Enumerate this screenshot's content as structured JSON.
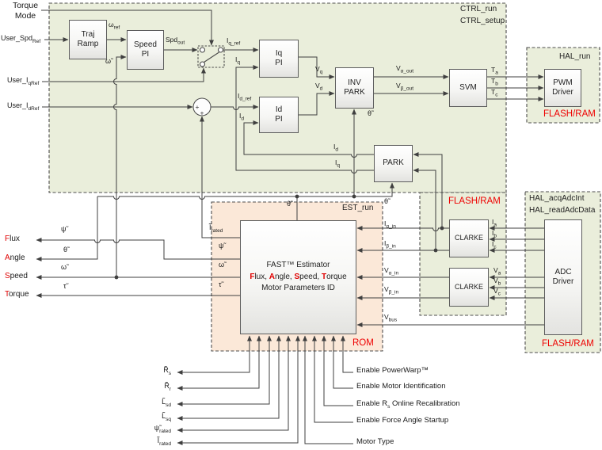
{
  "regions": {
    "ctrl": {
      "run": "CTRL_run",
      "setup": "CTRL_setup",
      "flash_ram": "FLASH/RAM"
    },
    "est": {
      "run": "EST_run",
      "rom": "ROM"
    },
    "hal_pwm": {
      "run": "HAL_run",
      "flash_ram": "FLASH/RAM"
    },
    "hal_adc": {
      "acq": "HAL_acqAdcInt",
      "read": "HAL_readAdcData",
      "flash_ram": "FLASH/RAM"
    }
  },
  "mode_label": {
    "line1": "Torque",
    "line2": "Mode"
  },
  "inputs": {
    "user_spd": {
      "b": "User_Spd",
      "s": "Ref"
    },
    "user_iq": {
      "b": "User_I",
      "s": "qRef"
    },
    "user_id": {
      "b": "User_I",
      "s": "dRef"
    }
  },
  "blocks": {
    "traj": {
      "l1": "Traj",
      "l2": "Ramp"
    },
    "speed_pi": {
      "l1": "Speed",
      "l2": "PI"
    },
    "iq_pi": {
      "l1": "Iq",
      "l2": "PI"
    },
    "id_pi": {
      "l1": "Id",
      "l2": "PI"
    },
    "inv_park": {
      "l1": "INV",
      "l2": "PARK"
    },
    "park": {
      "l1": "PARK"
    },
    "svm": {
      "l1": "SVM"
    },
    "pwm": {
      "l1": "PWM",
      "l2": "Driver"
    },
    "clarke": {
      "l1": "CLARKE"
    },
    "adc": {
      "l1": "ADC",
      "l2": "Driver"
    },
    "fast": {
      "l1": "FAST™ Estimator",
      "l2": [
        {
          "r": "F",
          "t": "lux, "
        },
        {
          "r": "A",
          "t": "ngle, "
        },
        {
          "r": "S",
          "t": "peed, "
        },
        {
          "r": "T",
          "t": "orque"
        }
      ],
      "l3": "Motor Parameters ID"
    }
  },
  "signals": {
    "w_ref": {
      "b": "ω",
      "s": "ref"
    },
    "spd_out": {
      "b": "Spd",
      "s": "out"
    },
    "omega": "ω̃",
    "theta": "θ̃",
    "psi": "ψ̃",
    "tau": "τ̃",
    "iq_ref": {
      "b": "I",
      "s": "q_ref"
    },
    "id_ref": {
      "b": "I",
      "s": "d_ref"
    },
    "iq": {
      "b": "I",
      "s": "q"
    },
    "id": {
      "b": "I",
      "s": "d"
    },
    "vq": {
      "b": "V",
      "s": "q"
    },
    "vd": {
      "b": "V",
      "s": "d"
    },
    "va_out": {
      "b": "V",
      "s": "α_out"
    },
    "vb_out": {
      "b": "V",
      "s": "β_out"
    },
    "ta": {
      "b": "T",
      "s": "a"
    },
    "tb": {
      "b": "T",
      "s": "b"
    },
    "tc": {
      "b": "T",
      "s": "c"
    },
    "ia_in": {
      "b": "I",
      "s": "α_in"
    },
    "ib_in": {
      "b": "I",
      "s": "β_in"
    },
    "va_in": {
      "b": "V",
      "s": "α_in"
    },
    "vb_in": {
      "b": "V",
      "s": "β_in"
    },
    "vbus": {
      "b": "V",
      "s": "bus"
    },
    "ia": {
      "b": "I",
      "s": "a"
    },
    "ib": {
      "b": "I",
      "s": "b"
    },
    "ic": {
      "b": "I",
      "s": "c"
    },
    "va": {
      "b": "V",
      "s": "a"
    },
    "vb": {
      "b": "V",
      "s": "b"
    },
    "vc": {
      "b": "V",
      "s": "c"
    }
  },
  "fast_outputs": {
    "flux": {
      "r": "F",
      "t": "lux"
    },
    "angle": {
      "r": "A",
      "t": "ngle"
    },
    "speed": {
      "r": "S",
      "t": "peed"
    },
    "torque": {
      "r": "T",
      "t": "orque"
    }
  },
  "params": {
    "rs": {
      "b": "R̃",
      "s": "s"
    },
    "rr": {
      "b": "R̃",
      "s": "r"
    },
    "lsd": {
      "b": "L̃",
      "s": "sd"
    },
    "lsq": {
      "b": "L̃",
      "s": "sq"
    },
    "psi_rated": {
      "b": "ψ̃",
      "s": "rated"
    },
    "i_rated": {
      "b": "Ĩ",
      "s": "rated"
    }
  },
  "config_inputs": {
    "powerwarp": "Enable PowerWarp™",
    "motor_id": "Enable Motor Identification",
    "rs_online": {
      "pre": "Enable R",
      "sub": "s",
      "post": " Online Recalibration"
    },
    "force_angle": "Enable Force Angle Startup",
    "motor_type": "Motor Type"
  },
  "sum_plus": "+",
  "colors": {
    "region_green": "#eaeedb",
    "region_peach": "#fbe8d8",
    "red": "#ee0000",
    "line": "#3f3f3f"
  }
}
